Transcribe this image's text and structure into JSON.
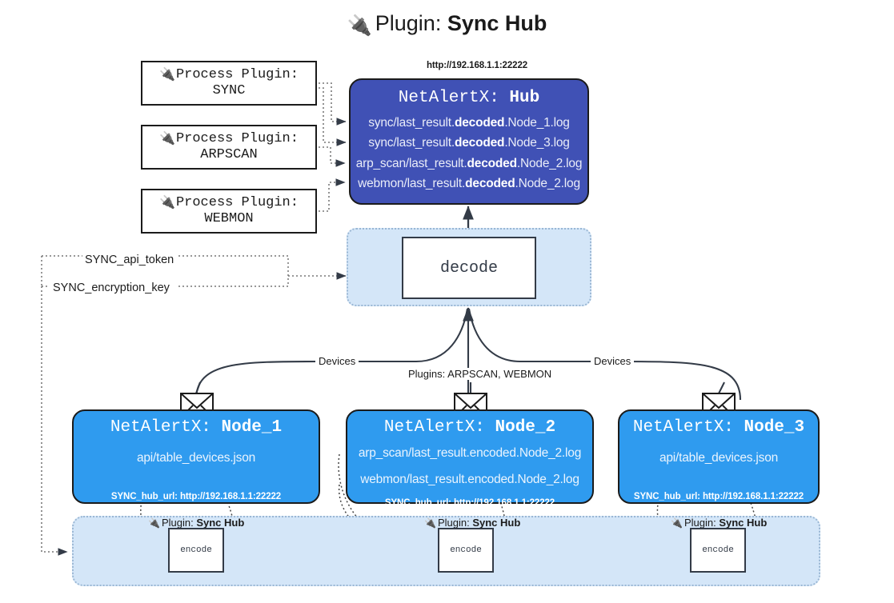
{
  "title": {
    "icon": "plug-icon",
    "prefix": "Plugin: ",
    "name": "Sync Hub"
  },
  "process_plugins": [
    {
      "icon": "plug-icon",
      "header": "Process Plugin:",
      "name": "SYNC"
    },
    {
      "icon": "plug-icon",
      "header": "Process Plugin:",
      "name": "ARPSCAN"
    },
    {
      "icon": "plug-icon",
      "header": "Process Plugin:",
      "name": "WEBMON"
    }
  ],
  "hub": {
    "url": "http://192.168.1.1:22222",
    "title_prefix": "NetAlertX: ",
    "title_name": "Hub",
    "logs": [
      {
        "pre": "sync/last_result.",
        "mid": "decoded",
        "post": ".Node_1.log"
      },
      {
        "pre": "sync/last_result.",
        "mid": "decoded",
        "post": ".Node_3.log"
      },
      {
        "pre": "arp_scan/last_result.",
        "mid": "decoded",
        "post": ".Node_2.log"
      },
      {
        "pre": "webmon/last_result.",
        "mid": "decoded",
        "post": ".Node_2.log"
      }
    ]
  },
  "decode": {
    "label": "decode"
  },
  "tokens": {
    "api_token": "SYNC_api_token",
    "encryption_key": "SYNC_encryption_key"
  },
  "edge_labels": {
    "devices_left": "Devices",
    "devices_right": "Devices",
    "plugins_mid": "Plugins: ARPSCAN, WEBMON"
  },
  "nodes": [
    {
      "title_prefix": "NetAlertX: ",
      "title_name": "Node_1",
      "lines": [
        "api/table_devices.json"
      ],
      "hub_url_label": "SYNC_hub_url: http://192.168.1.1:22222",
      "envelope_icon": "envelope-icon"
    },
    {
      "title_prefix": "NetAlertX: ",
      "title_name": "Node_2",
      "lines": [
        "arp_scan/last_result.encoded.Node_2.log",
        "webmon/last_result.encoded.Node_2.log"
      ],
      "hub_url_label": "SYNC_hub_url: http://192.168.1.1:22222",
      "envelope_icon": "envelope-icon"
    },
    {
      "title_prefix": "NetAlertX: ",
      "title_name": "Node_3",
      "lines": [
        "api/table_devices.json"
      ],
      "hub_url_label": "SYNC_hub_url: http://192.168.1.1:22222",
      "envelope_icon": "envelope-icon"
    }
  ],
  "encoders": [
    {
      "icon": "plug-icon",
      "label_prefix": "Plugin: ",
      "label_name": "Sync Hub",
      "box": "encode"
    },
    {
      "icon": "plug-icon",
      "label_prefix": "Plugin: ",
      "label_name": "Sync Hub",
      "box": "encode"
    },
    {
      "icon": "plug-icon",
      "label_prefix": "Plugin: ",
      "label_name": "Sync Hub",
      "box": "encode"
    }
  ],
  "colors": {
    "hub_fill": "#4051b5",
    "node_fill": "#2f9bef",
    "cluster_fill": "#d4e6f8",
    "cluster_border": "#9ab7d4",
    "stroke": "#1b1b1b",
    "box_stroke": "#333b47",
    "background": "#ffffff"
  }
}
